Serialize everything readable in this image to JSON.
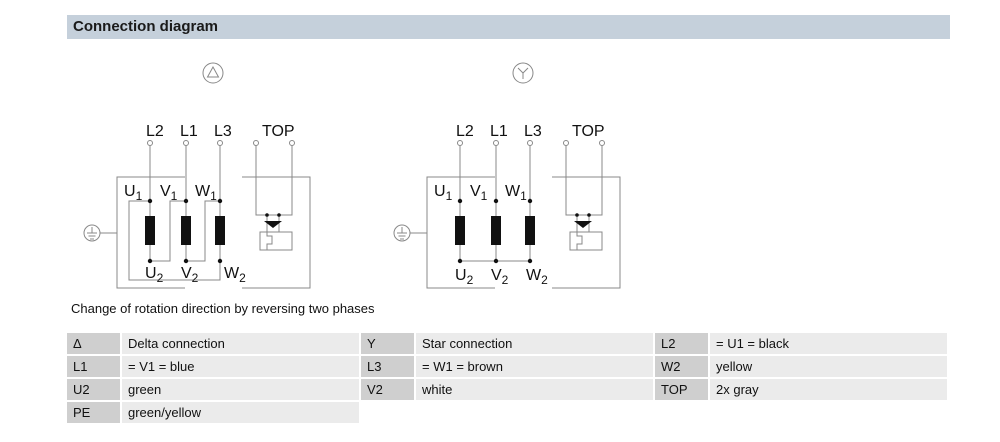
{
  "header": {
    "title": "Connection diagram"
  },
  "diagrams": [
    {
      "symbol": "△",
      "lines": {
        "l2": "L2",
        "l1": "L1",
        "l3": "L3",
        "top": "TOP"
      },
      "terminals": {
        "u1": {
          "l": "U",
          "s": "1"
        },
        "v1": {
          "l": "V",
          "s": "1"
        },
        "w1": {
          "l": "W",
          "s": "1"
        },
        "u2": {
          "l": "U",
          "s": "2"
        },
        "v2": {
          "l": "V",
          "s": "2"
        },
        "w2": {
          "l": "W",
          "s": "2"
        }
      }
    },
    {
      "symbol": "Y",
      "lines": {
        "l2": "L2",
        "l1": "L1",
        "l3": "L3",
        "top": "TOP"
      },
      "terminals": {
        "u1": {
          "l": "U",
          "s": "1"
        },
        "v1": {
          "l": "V",
          "s": "1"
        },
        "w1": {
          "l": "W",
          "s": "1"
        },
        "u2": {
          "l": "U",
          "s": "2"
        },
        "v2": {
          "l": "V",
          "s": "2"
        },
        "w2": {
          "l": "W",
          "s": "2"
        }
      }
    }
  ],
  "note": "Change of rotation direction by reversing two phases",
  "legend": [
    [
      {
        "k": "Δ",
        "v": "Delta connection"
      },
      {
        "k": "Y",
        "v": "Star connection"
      },
      {
        "k": "L2",
        "v": "= U1 = black"
      }
    ],
    [
      {
        "k": "L1",
        "v": "= V1 = blue"
      },
      {
        "k": "L3",
        "v": "= W1 = brown"
      },
      {
        "k": "W2",
        "v": "yellow"
      }
    ],
    [
      {
        "k": "U2",
        "v": "green"
      },
      {
        "k": "V2",
        "v": "white"
      },
      {
        "k": "TOP",
        "v": "2x gray"
      }
    ],
    [
      {
        "k": "PE",
        "v": "green/yellow"
      }
    ]
  ]
}
